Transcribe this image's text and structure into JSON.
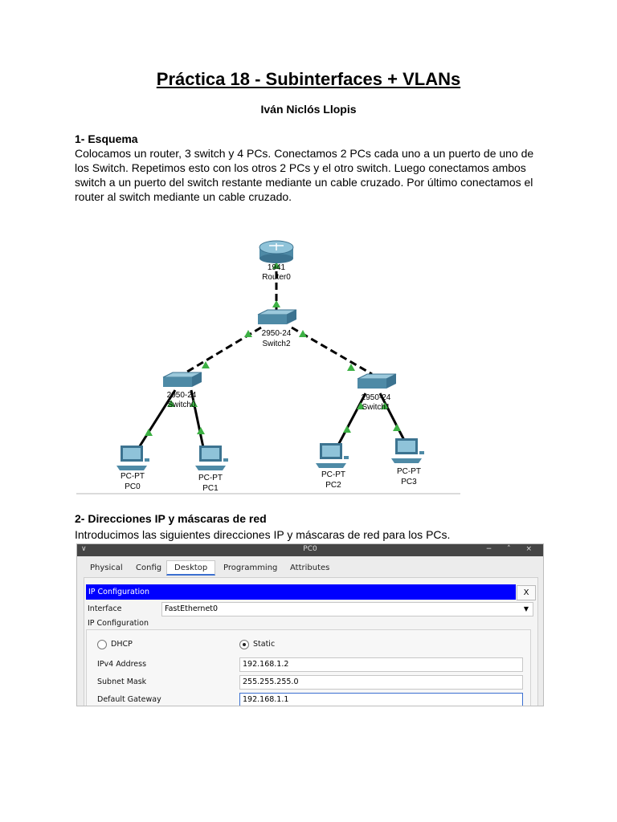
{
  "doc": {
    "title": "Práctica 18 - Subinterfaces + VLANs",
    "author": "Iván Niclós Llopis",
    "section1": {
      "heading": "1- Esquema",
      "lines": [
        "Colocamos un router, 3 switch y 4 PCs. Conectamos 2 PCs cada uno a un puerto de uno de",
        "los Switch. Repetimos esto con los otros 2 PCs y el otro switch. Luego conectamos ambos",
        "switch a un puerto del switch restante mediante un cable cruzado. Por último conectamos el",
        "router al switch mediante un cable cruzado."
      ]
    },
    "section2": {
      "heading": "2- Direcciones IP y máscaras de red",
      "text": "Introducimos las siguientes direcciones IP y máscaras de red para los PCs."
    }
  },
  "diagram": {
    "router": {
      "model": "1941",
      "name": "Router0"
    },
    "switch2": {
      "model": "2950-24",
      "name": "Switch2"
    },
    "switch0": {
      "model": "2950-24",
      "name": "Switch0"
    },
    "switch1": {
      "model": "2950-24",
      "name": "Switch1"
    },
    "pc0": {
      "model": "PC-PT",
      "name": "PC0"
    },
    "pc1": {
      "model": "PC-PT",
      "name": "PC1"
    },
    "pc2": {
      "model": "PC-PT",
      "name": "PC2"
    },
    "pc3": {
      "model": "PC-PT",
      "name": "PC3"
    },
    "colors": {
      "link_up": "#3cb043",
      "cable": "#000000",
      "device": "#5a9ab5"
    }
  },
  "pt_window": {
    "title": "PC0",
    "titlebar_menu": "∨",
    "titlebar_buttons": "− ˄ ×",
    "tabs": [
      "Physical",
      "Config",
      "Desktop",
      "Programming",
      "Attributes"
    ],
    "active_tab": "Desktop",
    "panel_title": "IP Configuration",
    "close_label": "X",
    "interface_label": "Interface",
    "interface_value": "FastEthernet0",
    "ipconfig_label": "IP Configuration",
    "dhcp_label": "DHCP",
    "static_label": "Static",
    "ipv4_label": "IPv4 Address",
    "ipv4_value": "192.168.1.2",
    "subnet_label": "Subnet Mask",
    "subnet_value": "255.255.255.0",
    "gateway_label": "Default Gateway",
    "gateway_value": "192.168.1.1",
    "header_color": "#0000ff"
  }
}
